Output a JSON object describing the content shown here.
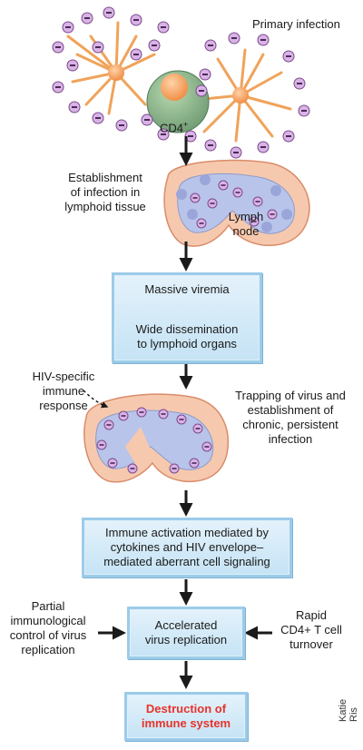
{
  "labels": {
    "primary_infection": "Primary infection",
    "cd4": "CD4",
    "cd4_sup": "+",
    "establishment": "Establishment\nof infection in\nlymphoid tissue",
    "lymph_node": "Lymph\nnode",
    "hiv_specific": "HIV-specific\nimmune\nresponse",
    "trapping": "Trapping of virus and\nestablishment of\nchronic, persistent\ninfection",
    "partial": "Partial\nimmunological\ncontrol of virus\nreplication",
    "rapid": "Rapid\nCD4+ T cell\nturnover",
    "credit": "Katie Ris"
  },
  "boxes": {
    "massive_viremia": "Massive viremia",
    "wide_dissemination": "Wide dissemination\nto lymphoid organs",
    "immune_activation": "Immune activation mediated by\ncytokines and HIV envelope–\nmediated aberrant cell signaling",
    "accelerated": "Accelerated\nvirus replication",
    "destruction": "Destruction of\nimmune system"
  },
  "colors": {
    "destruction_text": "#e8332a",
    "virus_fill": "#d9b3e6",
    "lymph_outer": "#f6c9ae",
    "lymph_inner": "#b9c4ea",
    "dendritic": "#f0a35a"
  }
}
